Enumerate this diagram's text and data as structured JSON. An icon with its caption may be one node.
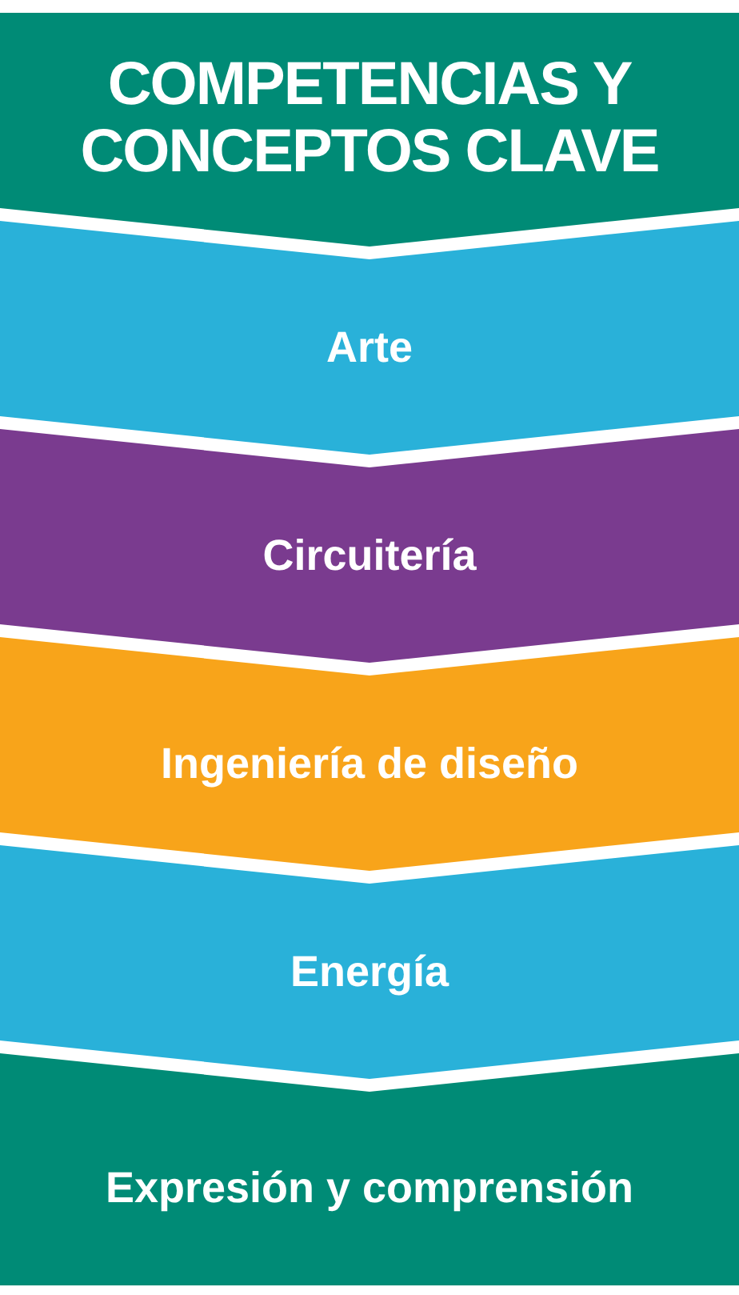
{
  "diagram": {
    "nodes": [
      {
        "text": [
          "COMPETENCIAS Y CONCEPTOS CLAVE"
        ]
      },
      {
        "text": [
          "Arte"
        ]
      },
      {
        "text": [
          "Circuitería"
        ]
      },
      {
        "text": [
          "Ingeniería de diseño"
        ]
      },
      {
        "text": [
          "Energía"
        ]
      },
      {
        "text": [
          "Expresión y comprensión"
        ]
      }
    ]
  }
}
